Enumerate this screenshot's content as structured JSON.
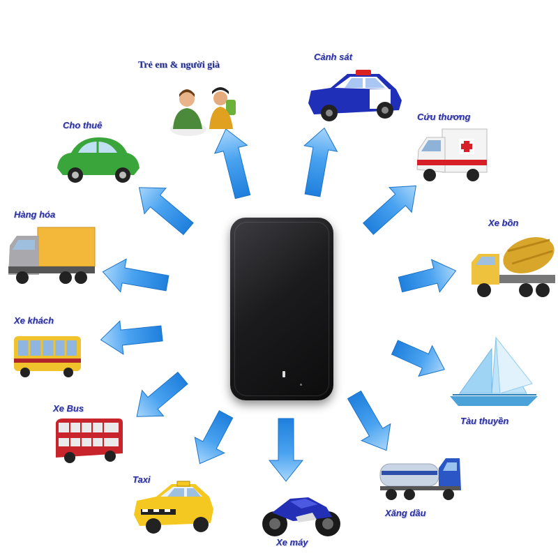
{
  "colors": {
    "arrow_blue": "#2f8fe6",
    "arrow_light": "#9fd0fb",
    "label_text": "#2a2fa0",
    "device": "#151517"
  },
  "center_device": {
    "icon": "gps-tracker-device"
  },
  "destinations": [
    {
      "key": "elderly",
      "label": "Trẻ em & người già",
      "icon": "people-icon"
    },
    {
      "key": "police",
      "label": "Cảnh sát",
      "icon": "police-car-icon"
    },
    {
      "key": "ambulance",
      "label": "Cứu thương",
      "icon": "ambulance-icon"
    },
    {
      "key": "mixer",
      "label": "Xe bồn",
      "icon": "concrete-mixer-truck-icon"
    },
    {
      "key": "boat",
      "label": "Tàu thuyền",
      "icon": "sailboat-icon"
    },
    {
      "key": "tanker",
      "label": "Xăng dầu",
      "icon": "fuel-tanker-icon"
    },
    {
      "key": "motorbike",
      "label": "Xe máy",
      "icon": "motorbike-icon"
    },
    {
      "key": "taxi",
      "label": "Taxi",
      "icon": "taxi-icon"
    },
    {
      "key": "bus",
      "label": "Xe Bus",
      "icon": "double-decker-bus-icon"
    },
    {
      "key": "coach",
      "label": "Xe khách",
      "icon": "coach-bus-icon"
    },
    {
      "key": "cargo",
      "label": "Hàng hóa",
      "icon": "cargo-truck-icon"
    },
    {
      "key": "rental",
      "label": "Cho thuê",
      "icon": "rental-car-icon"
    }
  ]
}
